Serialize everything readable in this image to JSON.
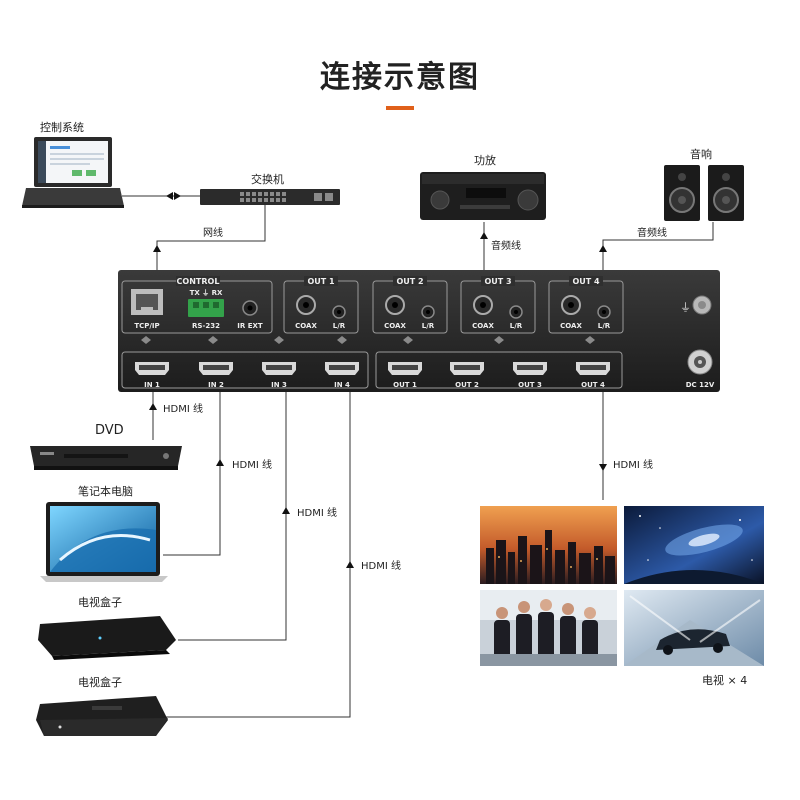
{
  "page": {
    "title": "连接示意图",
    "accent_color": "#e0601a"
  },
  "devices": {
    "control_system": "控制系统",
    "switch": "交换机",
    "amplifier": "功放",
    "speakers": "音响",
    "dvd": "DVD",
    "laptop": "笔记本电脑",
    "tvbox1": "电视盒子",
    "tvbox2": "电视盒子",
    "tvs": "电视 × 4"
  },
  "cables": {
    "network": "网线",
    "audio1": "音频线",
    "audio2": "音频线",
    "hdmi_in1": "HDMI 线",
    "hdmi_in2": "HDMI 线",
    "hdmi_in3": "HDMI 线",
    "hdmi_in4": "HDMI 线",
    "hdmi_out": "HDMI 线"
  },
  "panel": {
    "control_label": "CONTROL",
    "tcpip": "TCP/IP",
    "txrx": "TX ⏚ RX",
    "rs232": "RS-232",
    "irext": "IR EXT",
    "out_groups": [
      {
        "title": "OUT 1",
        "coax": "COAX",
        "lr": "L/R"
      },
      {
        "title": "OUT 2",
        "coax": "COAX",
        "lr": "L/R"
      },
      {
        "title": "OUT 3",
        "coax": "COAX",
        "lr": "L/R"
      },
      {
        "title": "OUT 4",
        "coax": "COAX",
        "lr": "L/R"
      }
    ],
    "hdmi_inputs": [
      "IN 1",
      "IN 2",
      "IN 3",
      "IN 4"
    ],
    "hdmi_outputs": [
      "OUT 1",
      "OUT 2",
      "OUT 3",
      "OUT 4"
    ],
    "dc": "DC 12V",
    "ground_icon": "ground-icon"
  }
}
